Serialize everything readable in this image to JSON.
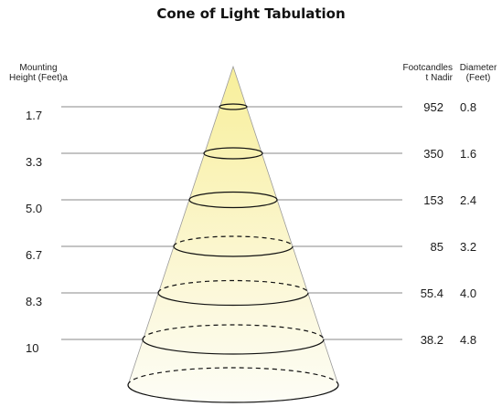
{
  "title": "Cone of Light Tabulation",
  "headers": {
    "mounting_line1": "Mounting",
    "mounting_line2": "Height (Feet)a",
    "footcandles_line1": "Footcandles",
    "footcandles_line2": "t Nadir",
    "diameter_line1": "Diameter",
    "diameter_line2": "(Feet)"
  },
  "rows": [
    {
      "height": "1.7",
      "footcandles": "952",
      "diameter": "0.8"
    },
    {
      "height": "3.3",
      "footcandles": "350",
      "diameter": "1.6"
    },
    {
      "height": "5.0",
      "footcandles": "153",
      "diameter": "2.4"
    },
    {
      "height": "6.7",
      "footcandles": "85",
      "diameter": "3.2"
    },
    {
      "height": "8.3",
      "footcandles": "55.4",
      "diameter": "4.0"
    },
    {
      "height": "10",
      "footcandles": "38.2",
      "diameter": "4.8"
    }
  ],
  "colors": {
    "cone_top": "#f8ef9a",
    "cone_bottom": "#fdfdf6",
    "line": "#8a8a8a",
    "ellipse": "#111111"
  }
}
